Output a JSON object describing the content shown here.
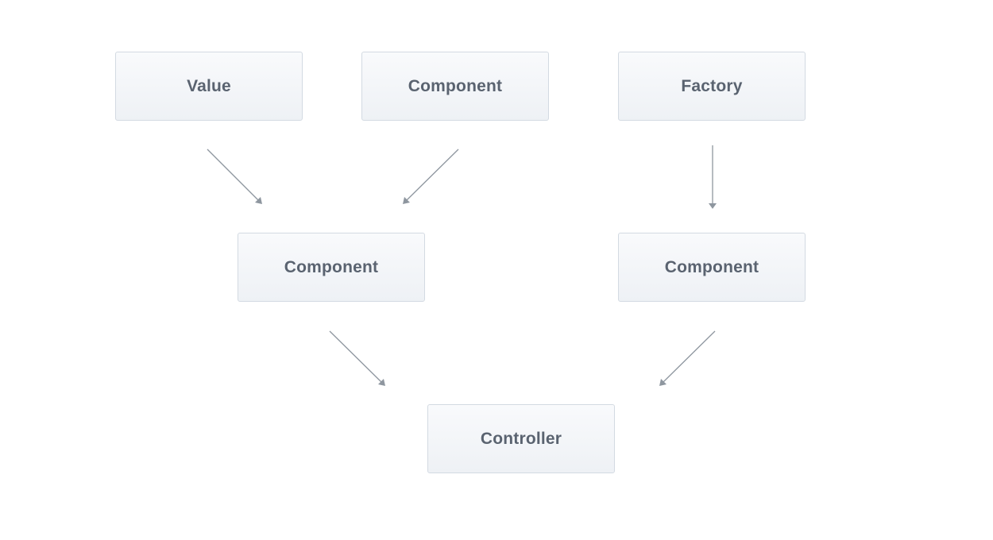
{
  "nodes": {
    "value": "Value",
    "component_top": "Component",
    "factory": "Factory",
    "component_left": "Component",
    "component_right": "Component",
    "controller": "Controller"
  },
  "edges": [
    {
      "from": "value",
      "to": "component_left"
    },
    {
      "from": "component_top",
      "to": "component_left"
    },
    {
      "from": "factory",
      "to": "component_right"
    },
    {
      "from": "component_left",
      "to": "controller"
    },
    {
      "from": "component_right",
      "to": "controller"
    }
  ],
  "colors": {
    "node_border": "#d3dae2",
    "node_text": "#5a6370",
    "arrow": "#8e969f"
  }
}
